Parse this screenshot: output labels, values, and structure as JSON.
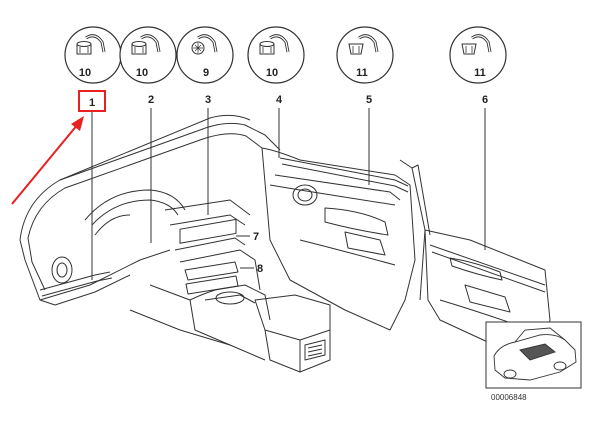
{
  "fasteners": [
    {
      "qty": "10"
    },
    {
      "qty": "10"
    },
    {
      "qty": "9"
    },
    {
      "qty": "10"
    },
    {
      "qty": "11"
    },
    {
      "qty": "11"
    }
  ],
  "callouts": [
    "1",
    "2",
    "3",
    "4",
    "5",
    "6",
    "7",
    "8"
  ],
  "highlight": {
    "callout": "1",
    "color": "#e8201f"
  },
  "diagram_number": "00006848",
  "colors": {
    "line": "#333333",
    "highlight": "#e8201f",
    "background": "#ffffff"
  }
}
